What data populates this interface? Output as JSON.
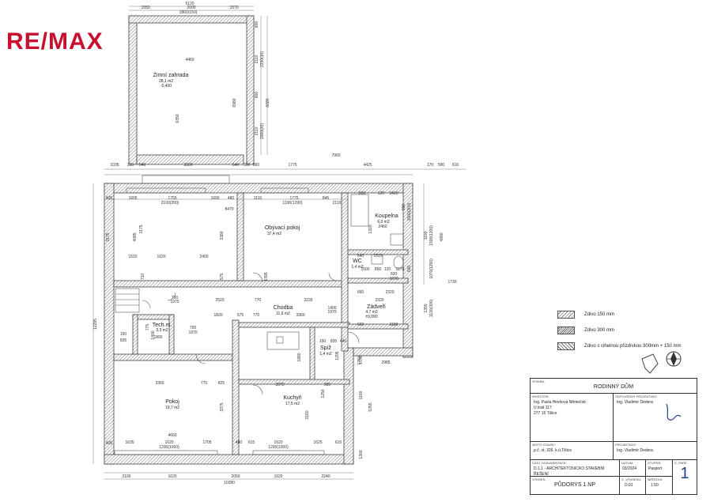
{
  "brand": {
    "logo_text": "RE/MAX"
  },
  "rooms": [
    {
      "name": "Zimní zahrada",
      "area": "28,1 m2",
      "extra": "-0,400"
    },
    {
      "name": "Obývací pokoj",
      "area": "37,4 m2",
      "extra": ""
    },
    {
      "name": "Koupelna",
      "area": "6,0 m2",
      "extra": ""
    },
    {
      "name": "WC",
      "area": "1,4 m2",
      "extra": ""
    },
    {
      "name": "Chodba",
      "area": "11,6 m2",
      "extra": ""
    },
    {
      "name": "Zádveří",
      "area": "4,7 m2",
      "extra": "±0,000"
    },
    {
      "name": "Tech.m.",
      "area": "3,3 m2",
      "extra": ""
    },
    {
      "name": "Spíž",
      "area": "1,4 m2",
      "extra": ""
    },
    {
      "name": "Pokoj",
      "area": "19,7 m2",
      "extra": ""
    },
    {
      "name": "Kuchyň",
      "area": "17,5 m2",
      "extra": ""
    }
  ],
  "dimensions": {
    "top": [
      "5120",
      "1550",
      "2000",
      "1570",
      "1860(150)"
    ],
    "garden": [
      "4460",
      "6350",
      "6980",
      "6680",
      "2110",
      "2230(10)",
      "2110",
      "2000(20)",
      "800",
      "800"
    ],
    "row": [
      "1035",
      "230",
      "540",
      "3300",
      "540",
      "300",
      "860",
      "1775",
      "7060",
      "4425",
      "170",
      "590",
      "610"
    ],
    "upper": [
      "1605",
      "1755",
      "2100(200)",
      "1600",
      "480",
      "1110",
      "1775",
      "1100(1290)",
      "845",
      "2110",
      "405",
      "8470"
    ],
    "living": [
      "1510",
      "1020",
      "2400",
      "4085",
      "3175",
      "3380",
      "710",
      "575",
      "1395"
    ],
    "bath": [
      "890",
      "120",
      "1410",
      "2460",
      "1320",
      "900",
      "1500(300)",
      "1100",
      "1500(1300)",
      "4890"
    ],
    "wc": [
      "640",
      "1510",
      "600",
      "1070",
      "1500",
      "850",
      "120",
      "1170",
      "600",
      "1070(1250)",
      "1730"
    ],
    "corridor": [
      "700",
      "1970",
      "2520",
      "770",
      "3235",
      "1400",
      "1970",
      "1820",
      "575",
      "770",
      "3360",
      "2320",
      "660"
    ],
    "entry": [
      "2320",
      "660",
      "1180",
      "1390",
      "1130(300)",
      "2985",
      "1730",
      "1100"
    ],
    "tech": [
      "775",
      "1400",
      "1800",
      "700",
      "1970",
      "150",
      "835"
    ],
    "pantry": [
      "150",
      "835",
      "440",
      "1880",
      "1205",
      "1750",
      "985",
      "1250"
    ],
    "lower": [
      "3360",
      "770",
      "825",
      "2875",
      "4660",
      "1635",
      "1620",
      "1705",
      "1200(1000)",
      "480",
      "615",
      "1620",
      "1200(1000)",
      "1625",
      "615",
      "3375",
      "3160",
      "5355",
      "1300"
    ],
    "left": [
      "12295",
      "405",
      "3175"
    ],
    "bottom": [
      "2100",
      "1620",
      "2050",
      "1620",
      "2240",
      "10380"
    ]
  },
  "legend": [
    {
      "label": "Zdivo 150 mm"
    },
    {
      "label": "Zdivo 300 mm"
    },
    {
      "label": "Zdivo s cihelnou přizdívkou 300mm + 150 mm"
    }
  ],
  "title_block": {
    "stavba_label": "STAVBA:",
    "stavba": "RODINNÝ DŮM",
    "investor_label": "INVESTOR:",
    "investor": [
      "Ing. Pavla Hirešová Němečok",
      "U trati 117",
      "277 15 Tišice"
    ],
    "odpovedny_label": "ODPOVĚDNÝ PROJEKTANT:",
    "odpovedny": "Ing. Vladimír Dedera",
    "misto_label": "MÍSTO STAVBY:",
    "misto": "p.č. st. 326, k.ú.Tišice",
    "projektant_label": "PROJEKTANT:",
    "projektant": "Ing. Vladimír Dedera",
    "cast_label": "ČÁST DOKUMENTACE:",
    "cast": "D.1.1 - ARCHITEKTONICKO STAVEBNÍ ŘEŠENÍ",
    "datum_label": "DATUM:",
    "datum": "03/2024",
    "stupen_label": "STUPEŇ:",
    "stupen": "Pasport",
    "cislo_label": "Č. PARÉ:",
    "cislo": "1",
    "vykres_label": "VÝKRES:",
    "vykres": "PŮDORYS 1.NP",
    "cvykresu_label": "Č. VÝKRESU:",
    "cvykresu": "D.01",
    "meritko_label": "MĚŘÍTKO:",
    "meritko": "1:50"
  },
  "colors": {
    "brand_red": "#c8102e",
    "brand_blue": "#1f3f8f",
    "wall": "#6b6b6b"
  }
}
